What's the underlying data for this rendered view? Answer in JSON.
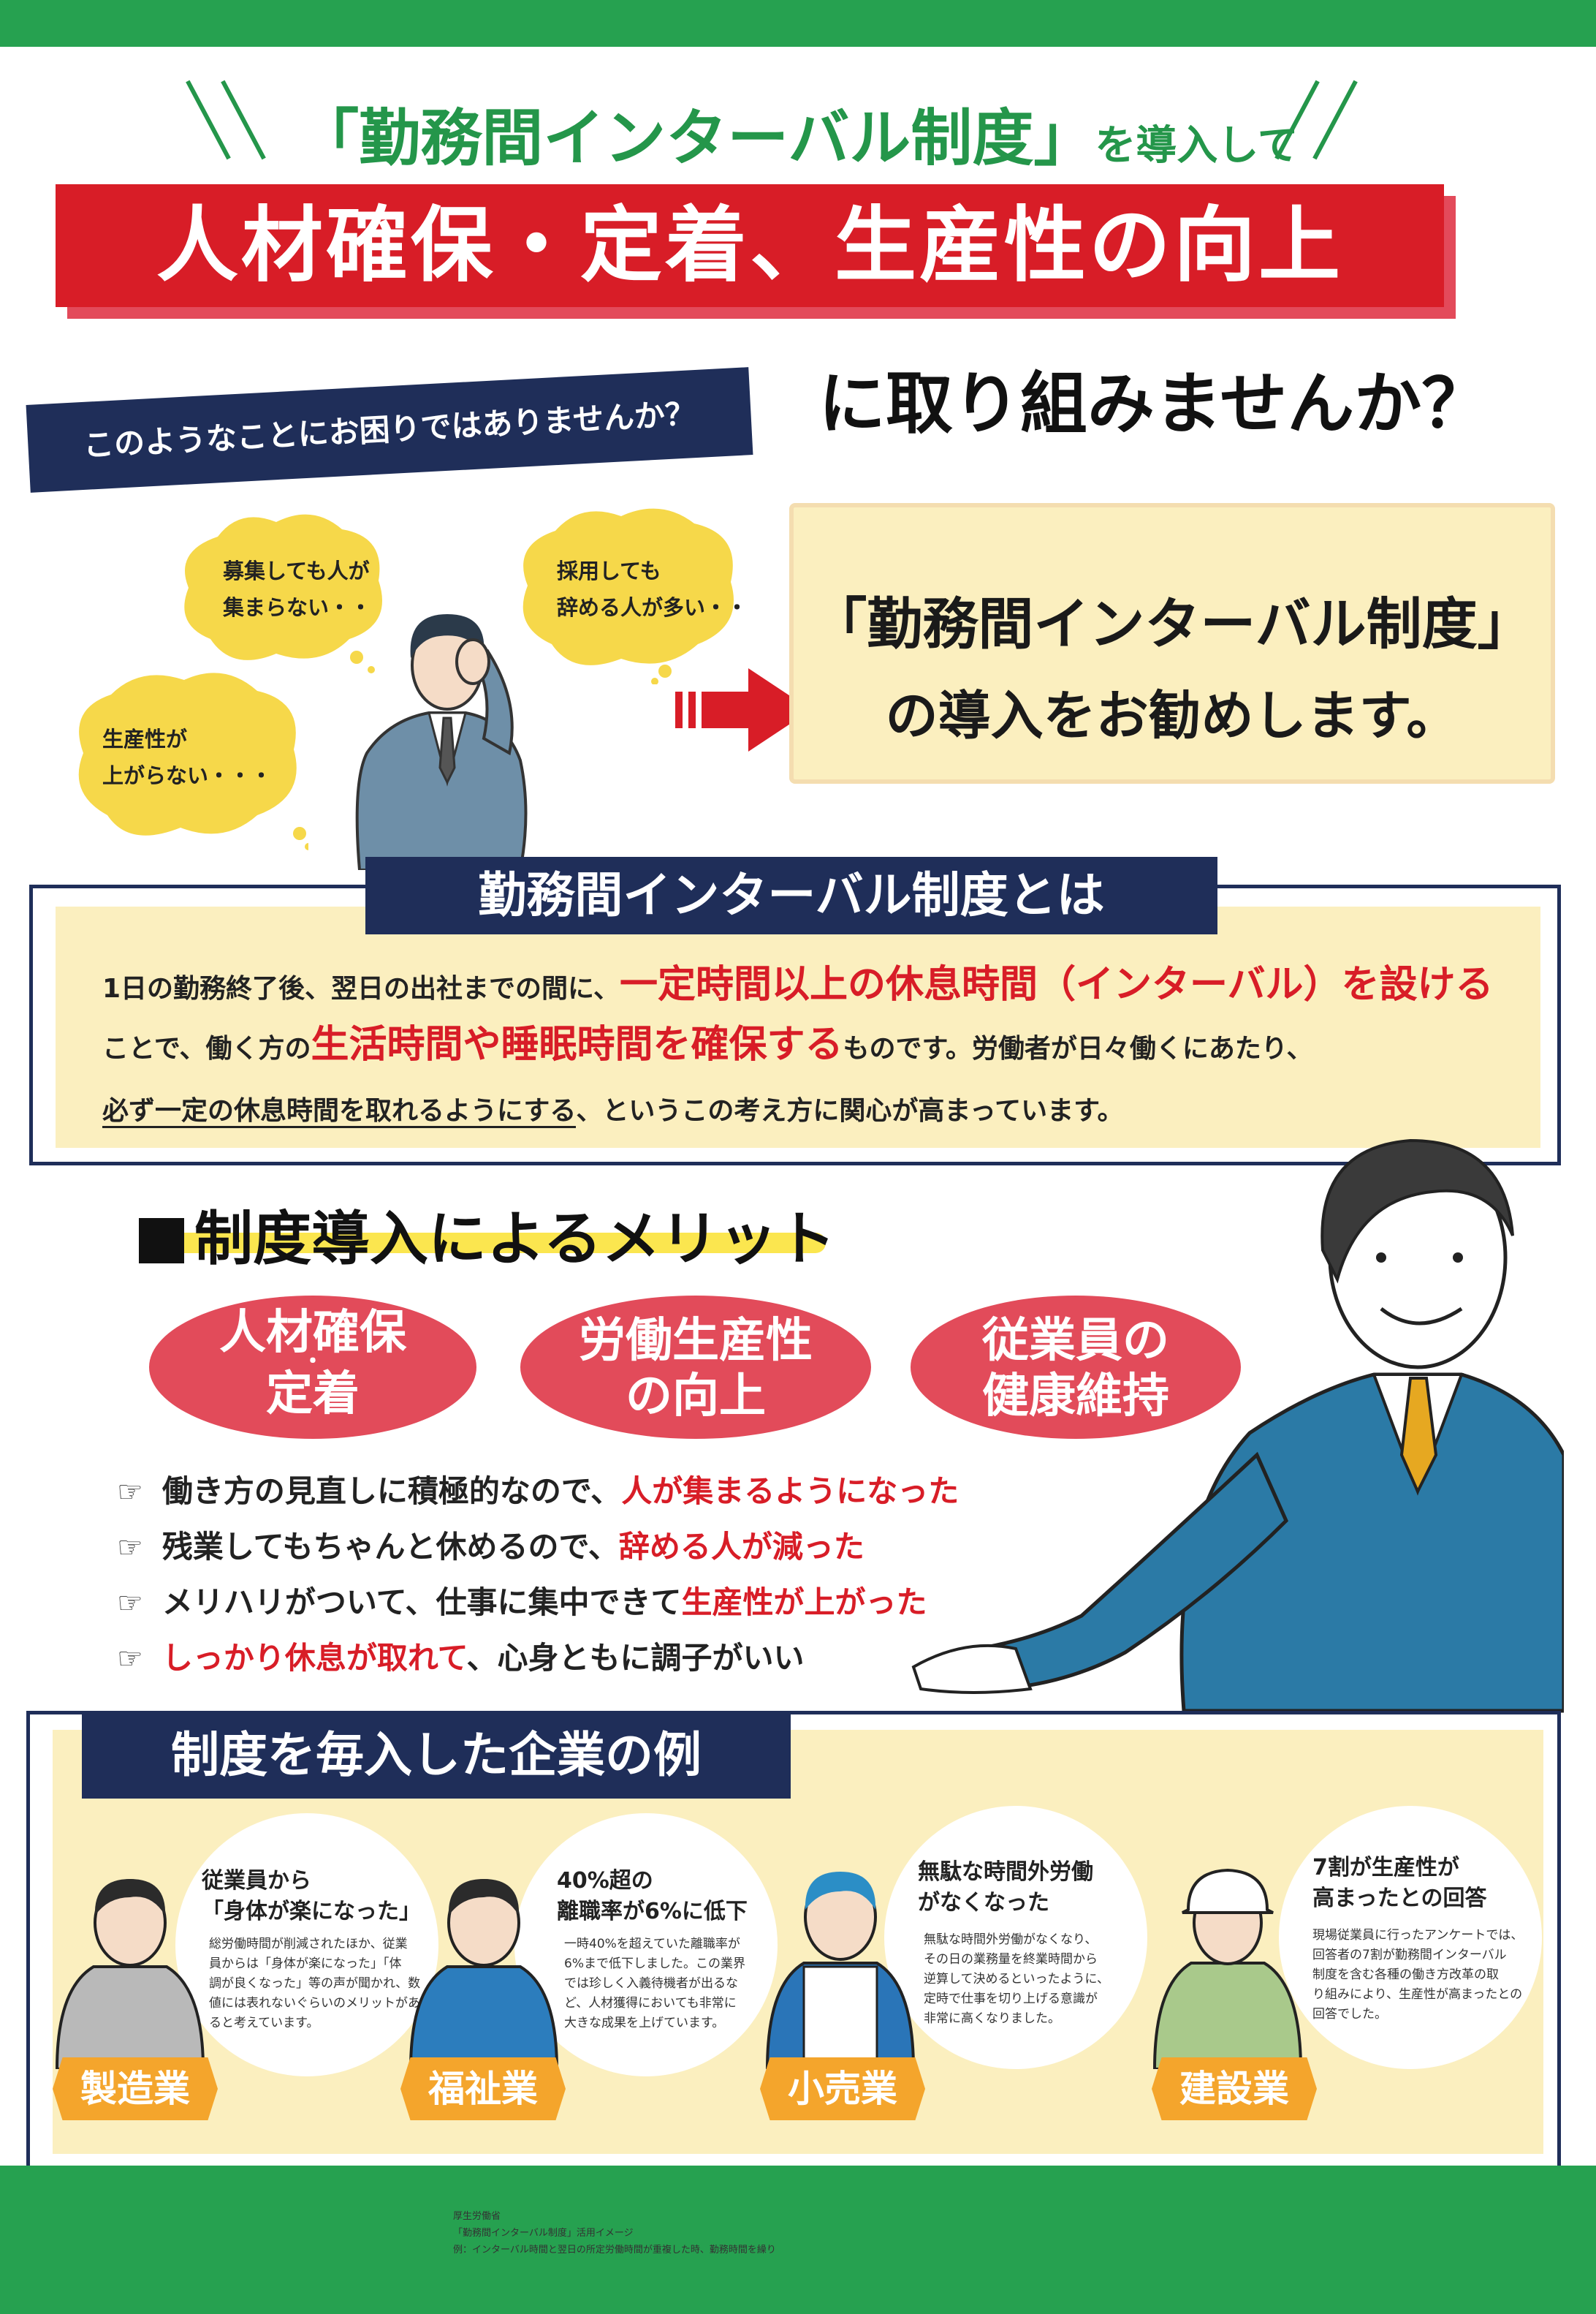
{
  "header": {
    "lead_quote": "「勤務間インターバル制度」",
    "lead_suffix": "を導入して",
    "headline": "人材確保・定着、生産性の向上",
    "subline": "に取り組みませんか？"
  },
  "worries": {
    "banner": "このようなことにお困りではありませんか？",
    "bubbles": [
      {
        "line1": "募集しても人が",
        "line2": "集まらない・・"
      },
      {
        "line1": "採用しても",
        "line2": "辞める人が多い・・"
      },
      {
        "line1": "生産性が",
        "line2": "上がらない・・・"
      }
    ]
  },
  "recommend": {
    "line1": "「勤務間インターバル制度」",
    "line2": "の導入をお勧めします。"
  },
  "about": {
    "title": "勤務間インターバル制度とは",
    "l1a": "1日の勤務終了後、翌日の出社までの間に、",
    "l1b": "一定時間以上の休息時間（インターバル）を設ける",
    "l2a": "ことで、働く方の",
    "l2b": "生活時間や睡眠時間を確保する",
    "l2c": "ものです。労働者が日々働くにあたり、",
    "l3a": "必ず一定の休息時間を取れるようにする",
    "l3b": "、というこの考え方に関心が高まっています。"
  },
  "merits": {
    "title": "制度導入によるメリット",
    "pills": [
      {
        "line1": "人材確保",
        "dot": "・",
        "line2": "定着"
      },
      {
        "line1": "労働生産性",
        "line2": "の向上"
      },
      {
        "line1": "従業員の",
        "line2": "健康維持"
      }
    ],
    "bullets": [
      {
        "plain": "働き方の見直しに積極的なので、",
        "red": "人が集まるようになった",
        "tail": ""
      },
      {
        "plain": "残業してもちゃんと休めるので、",
        "red": "辞める人が減った",
        "tail": ""
      },
      {
        "plain": "メリハリがついて、仕事に集中できて",
        "red": "生産性が上がった",
        "tail": ""
      },
      {
        "plain": "",
        "red": "しっかり休息が取れて",
        "tail": "、心身ともに調子がいい"
      }
    ],
    "hand_icon": "☞"
  },
  "examples": {
    "title": "制度を毎入した企業の例",
    "items": [
      {
        "head1": "従業員から",
        "head2": "「身体が楽になった」",
        "body": [
          "総労働時間が削減されたほか、従業",
          "員からは「身体が楽になった」「体",
          "調が良くなった」等の声が聞かれ、数",
          "値には表れないぐらいのメリットがあ",
          "ると考えています。"
        ],
        "tag": "製造業"
      },
      {
        "head1": "40%超の",
        "head2": "離職率が6%に低下",
        "body": [
          "一時40%を超えていた離職率が",
          "6%まで低下しました。この業界",
          "では珍しく入義待機者が出るな",
          "ど、人材獲得においても非常に",
          "大きな成果を上げています。"
        ],
        "tag": "福祉業"
      },
      {
        "head1": "無駄な時間外労働",
        "head2": "がなくなった",
        "body": [
          "無駄な時間外労働がなくなり、",
          "その日の業務量を終業時間から",
          "逆算して決めるといったように、",
          "定時で仕事を切り上げる意識が",
          "非常に高くなりました。"
        ],
        "tag": "小売業"
      },
      {
        "head1": "7割が生産性が",
        "head2": "高まったとの回答",
        "body": [
          "現場従業員に行ったアンケートでは、",
          "回答者の7割が勤務間インターバル",
          "制度を含む各種の働き方改革の取",
          "り組みにより、生産性が高まったとの",
          "回答でした。"
        ],
        "tag": "建設業"
      }
    ]
  },
  "footer": {
    "l1": "厚生労働省",
    "l2": "「勤務間インターバル制度」活用イメージ",
    "l3": "例：インターバル時間と翌日の所定労働時間が重複した時、勤務時間を繰り"
  },
  "colors": {
    "green": "#26a150",
    "red": "#d81d27",
    "navy": "#1f2e59",
    "cream": "#fbefbf",
    "pink": "#e24b5a",
    "yellow": "#f6d84a",
    "orange": "#f4a52c"
  }
}
